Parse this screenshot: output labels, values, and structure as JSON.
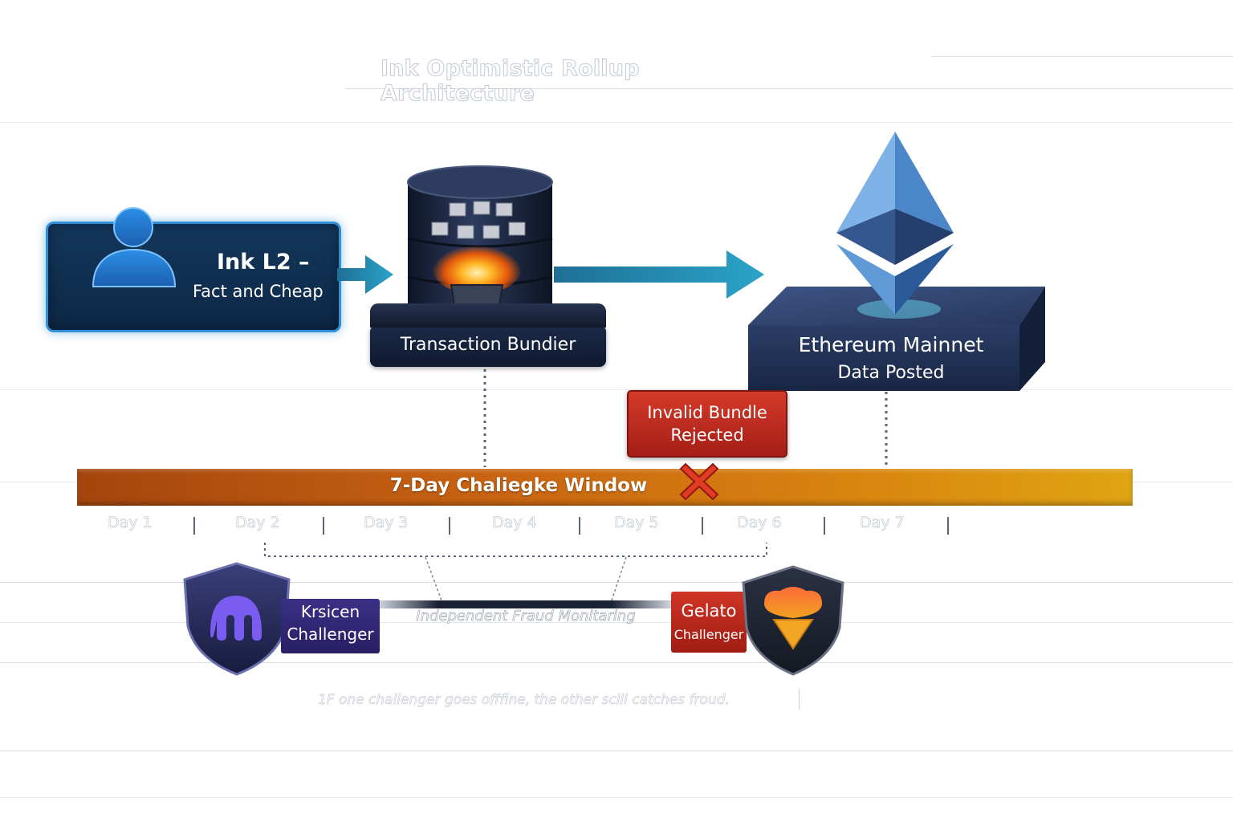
{
  "title": "Ink Optimistic Rollup Architecture",
  "ink_card": {
    "title": "Ink L2 –",
    "subtitle": "Fact and Cheap",
    "icon": "user-icon"
  },
  "bundler": {
    "label": "Transaction Bundier",
    "icon": "database-furnace-icon"
  },
  "ethereum": {
    "title": "Ethereum Mainnet",
    "subtitle": "Data Posted",
    "icon": "ethereum-icon"
  },
  "invalid_bundle": {
    "line1": "Invalid Bundle",
    "line2": "Rejected",
    "icon": "x-mark-icon"
  },
  "challenge_window": {
    "label": "7-Day Chaliegke Window",
    "days": [
      "Day 1",
      "Day 2",
      "Day 3",
      "Day 4",
      "Day 5",
      "Day 6",
      "Day 7"
    ]
  },
  "challengers": {
    "left": {
      "name": "Krsicen",
      "role": "Challenger",
      "icon": "kraken-shield-icon"
    },
    "right": {
      "name": "Gelato",
      "role": "Challenger",
      "icon": "gelato-shield-icon"
    },
    "link_label": "Independent Fraud Monitaring"
  },
  "footnote": "1F one challenger goes offfine, the other scill catches froud.",
  "colors": {
    "accent_blue": "#2f8fd8",
    "navy": "#0d2846",
    "bar_orange": "#c96412",
    "alert_red": "#c22d20",
    "kraken_purple": "#3b2f86"
  }
}
